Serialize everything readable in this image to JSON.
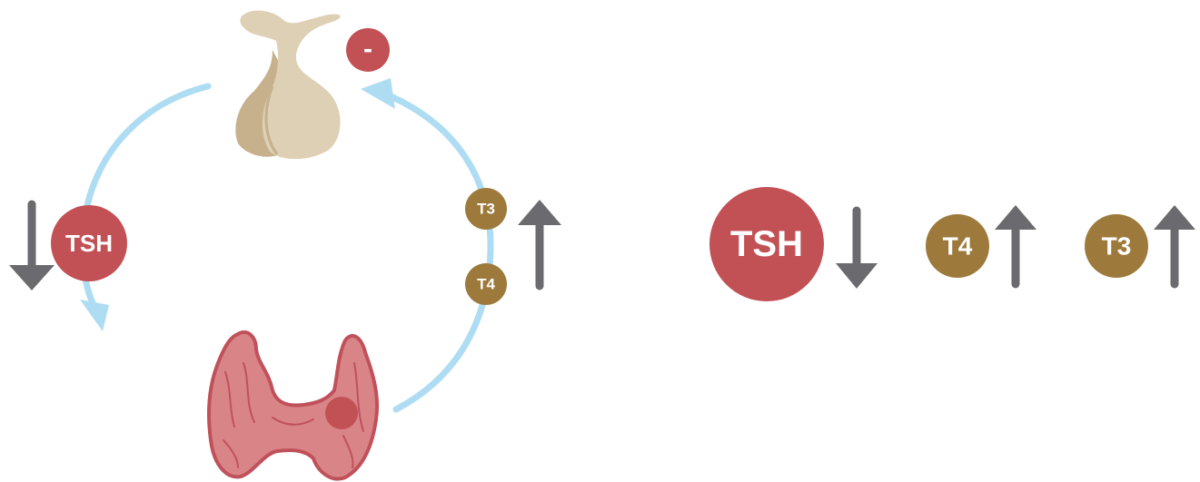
{
  "feedback_loop": {
    "feedback_sign": "-",
    "left_hormone": {
      "label": "TSH",
      "trend": "down"
    },
    "right_hormones": [
      {
        "label": "T3",
        "trend": "up"
      },
      {
        "label": "T4",
        "trend": "up"
      }
    ]
  },
  "summary": [
    {
      "label": "TSH",
      "trend": "down"
    },
    {
      "label": "T4",
      "trend": "up"
    },
    {
      "label": "T3",
      "trend": "up"
    }
  ],
  "colors": {
    "tsh": "#c25155",
    "thyroid_hormone": "#9d7a3c",
    "arrow": "#6b6b6f",
    "cycle": "#aedcf3",
    "pituitary_light": "#ddd0b4",
    "pituitary_dark": "#c6b18c",
    "thyroid_fill": "#d98588",
    "thyroid_edge": "#c0515a",
    "thyroid_nodule": "#c25155"
  },
  "icons": {
    "gland_top": "pituitary-gland-icon",
    "gland_bottom": "thyroid-gland-icon"
  }
}
